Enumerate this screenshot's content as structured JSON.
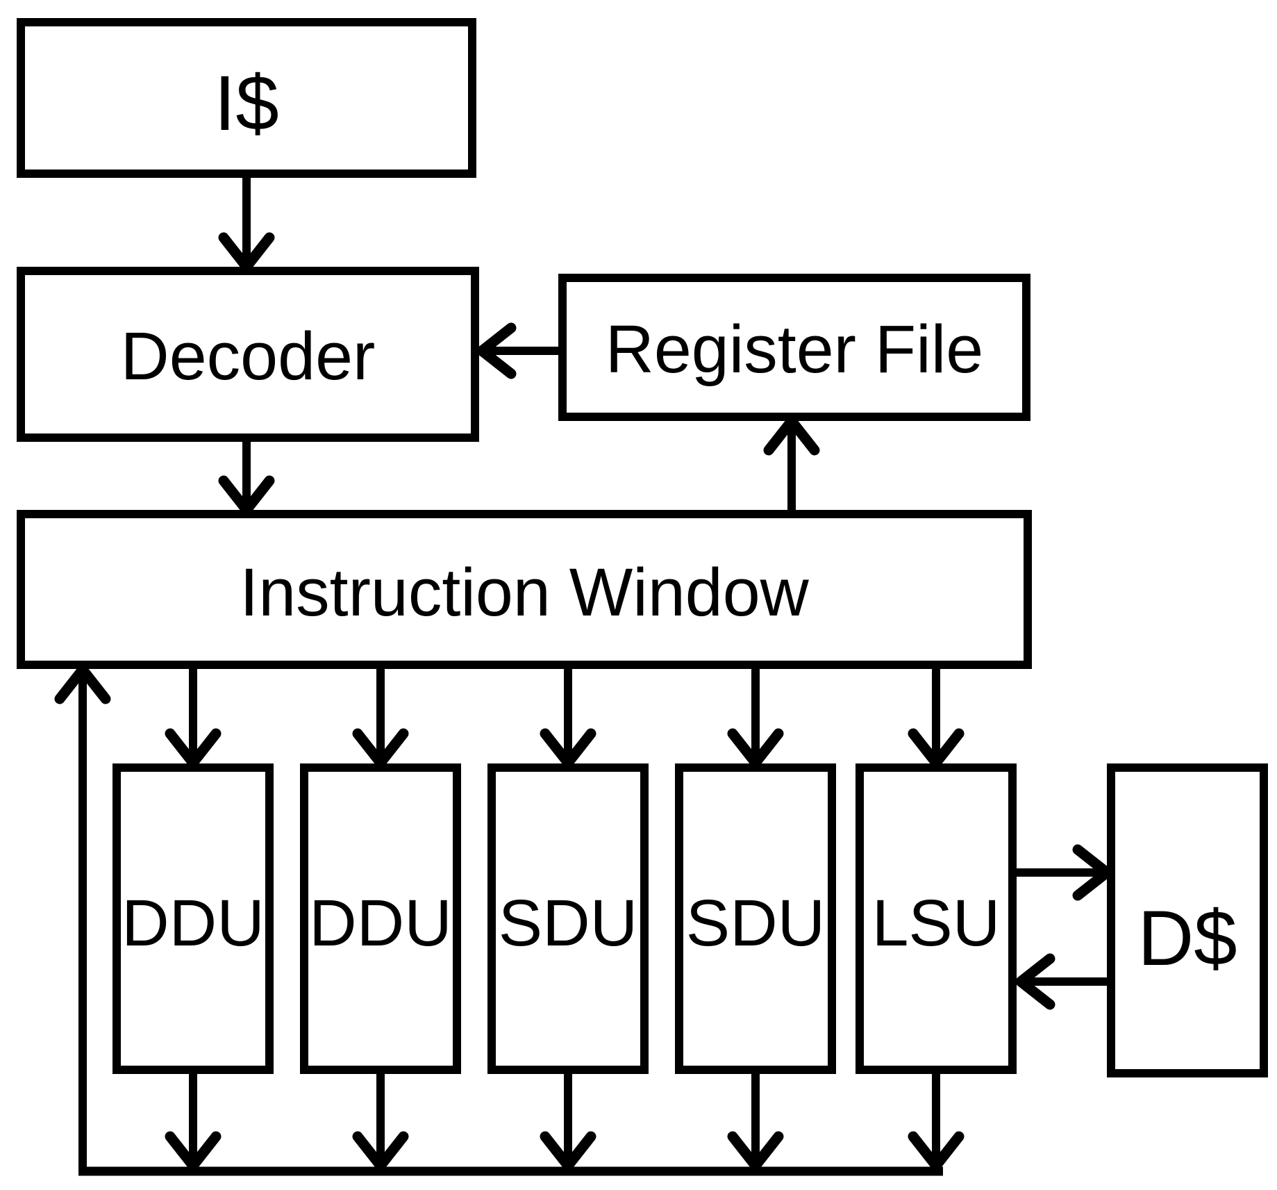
{
  "diagram": {
    "background_color": "#ffffff",
    "line_color": "#000000",
    "highlight_color": "#ff0000",
    "nodes": {
      "icache": {
        "label": "I$"
      },
      "decoder": {
        "label": "Decoder"
      },
      "register_file": {
        "label": "Register File"
      },
      "instruction_window": {
        "label": "Instruction Window"
      },
      "ddu1": {
        "label": "DDU",
        "color": "#ff0000"
      },
      "ddu2": {
        "label": "DDU",
        "color": "#ff0000"
      },
      "sdu1": {
        "label": "SDU",
        "color": "#000000"
      },
      "sdu2": {
        "label": "SDU",
        "color": "#000000"
      },
      "lsu": {
        "label": "LSU",
        "color": "#000000"
      },
      "dcache": {
        "label": "D$"
      }
    }
  }
}
